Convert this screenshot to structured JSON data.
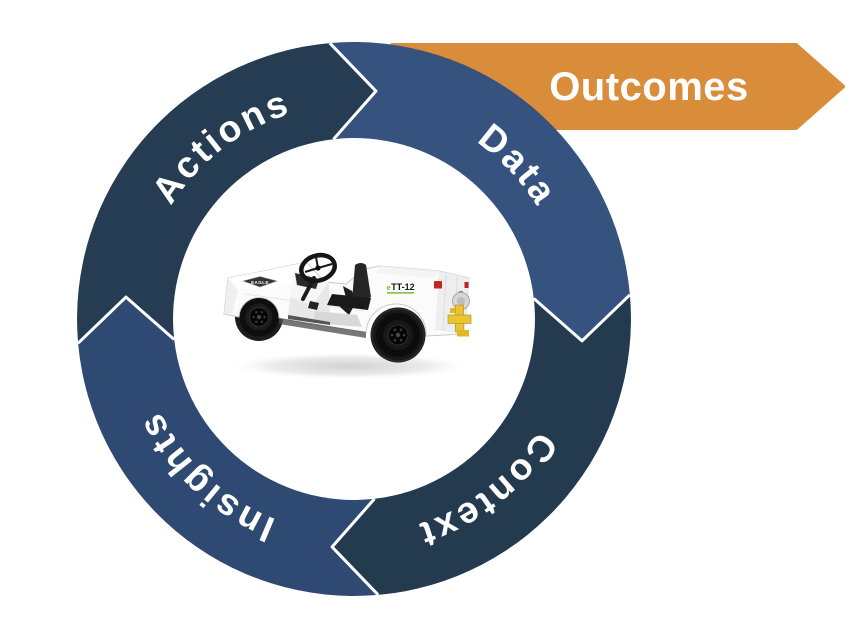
{
  "page": {
    "background_color": "#ffffff"
  },
  "banner": {
    "label": "Outcomes",
    "color": "#D98C3A",
    "text_color": "#ffffff"
  },
  "cycle": {
    "label_color": "#ffffff",
    "divider_color": "#ffffff",
    "segments": [
      {
        "id": "actions",
        "label": "Actions",
        "color": "#253C52"
      },
      {
        "id": "data",
        "label": "Data",
        "color": "#36527E"
      },
      {
        "id": "context",
        "label": "Context",
        "color": "#243A4F"
      },
      {
        "id": "insights",
        "label": "Insights",
        "color": "#2F4A72"
      }
    ]
  },
  "vehicle": {
    "description": "white airport baggage tow tractor photo",
    "badge_text": "EAGLE",
    "model_prefix": "e",
    "model_label": "TT-12",
    "accent_green": "#76B82A",
    "accent_yellow": "#EAC531",
    "accent_red": "#C0271D"
  }
}
